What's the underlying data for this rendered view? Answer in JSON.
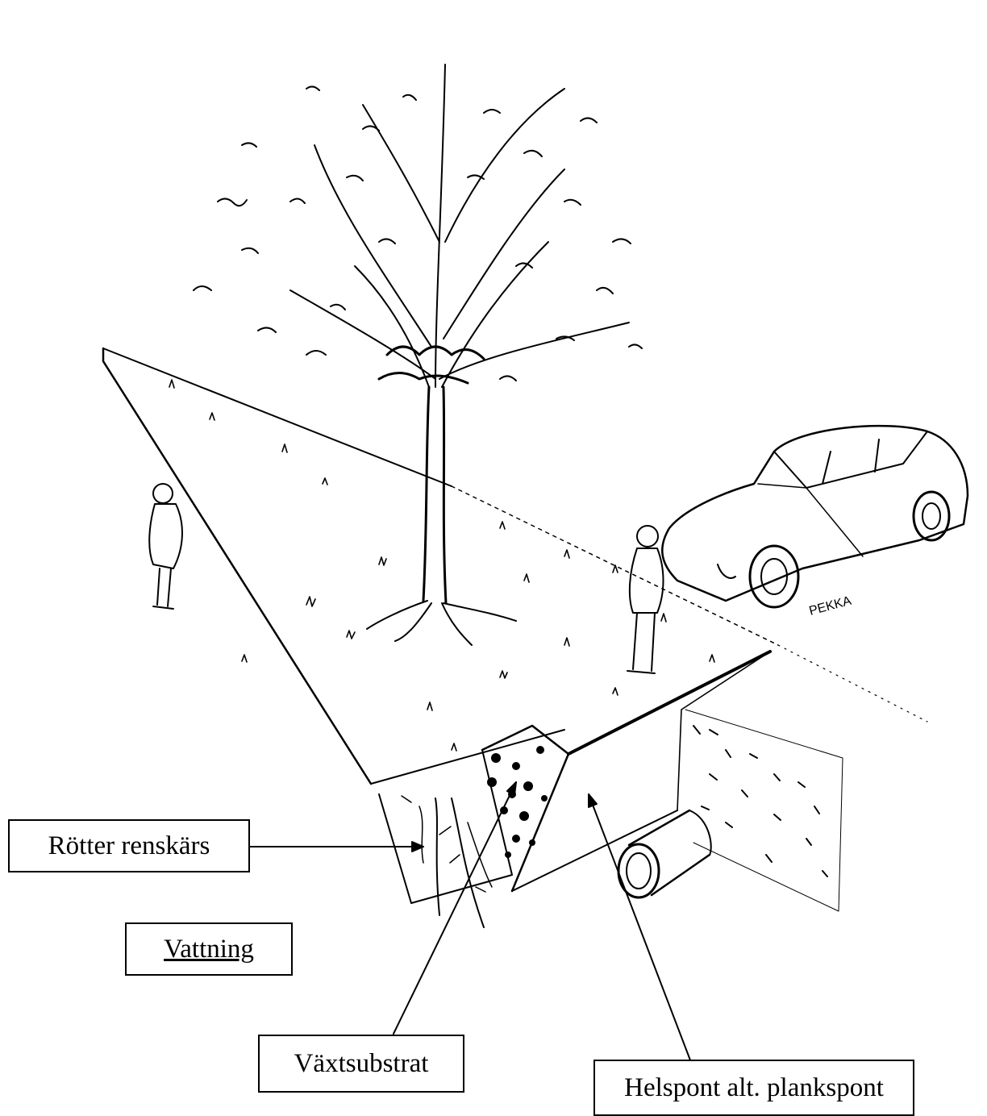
{
  "labels": {
    "roots": "Rötter renskärs",
    "watering": "Vattning",
    "substrate": "Växtsubstrat",
    "sheet_pile": "Helspont alt. plankspont"
  },
  "signature": "PEKKA",
  "colors": {
    "ink": "#000000",
    "paper": "#ffffff"
  }
}
